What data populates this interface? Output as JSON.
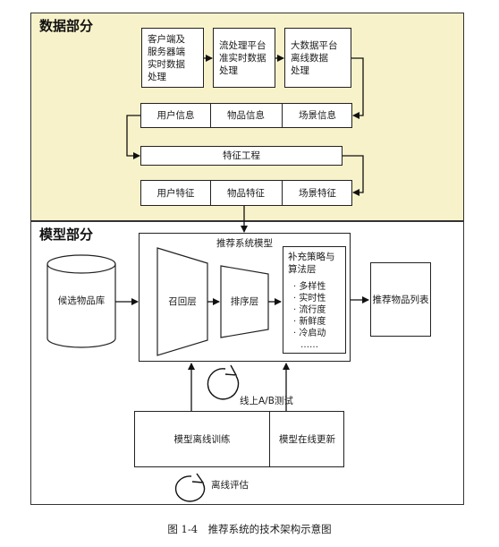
{
  "data_section": {
    "title": "数据部分",
    "sources": [
      "客户端及\n服务器端\n实时数据\n处理",
      "流处理平台\n准实时数据\n处理",
      "大数据平台\n离线数据\n处理"
    ],
    "info_row": [
      "用户信息",
      "物品信息",
      "场景信息"
    ],
    "feature_engineering": "特征工程",
    "feature_row": [
      "用户特征",
      "物品特征",
      "场景特征"
    ]
  },
  "model_section": {
    "title": "模型部分",
    "candidate_db": "候选物品库",
    "recommend_model": "推荐系统模型",
    "recall_layer": "召回层",
    "rank_layer": "排序层",
    "supplement": {
      "title": "补充策略与\n算法层",
      "items": [
        "· 多样性",
        "· 实时性",
        "· 流行度",
        "· 新鲜度",
        "· 冷启动",
        "……"
      ]
    },
    "result_list": "推荐物品列表",
    "ab_test": "线上A/B测试",
    "offline_training": "模型离线训练",
    "online_update": "模型在线更新",
    "offline_eval": "离线评估"
  },
  "caption": "图 1-4　推荐系统的技术架构示意图"
}
